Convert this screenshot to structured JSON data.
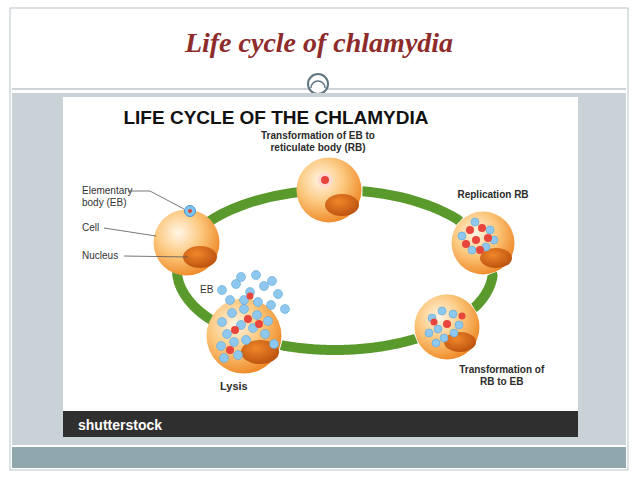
{
  "diagram": {
    "title": "Life cycle of chlamydia",
    "nodes": [
      {
        "text": [
          "Transformation of EB to reticulate body (RB)"
        ]
      },
      {
        "text": [
          "Replication RB"
        ]
      },
      {
        "text": [
          "Transformation of RB to EB"
        ]
      },
      {
        "text": [
          "Lysis"
        ]
      }
    ],
    "edges": [
      {
        "from": 0,
        "to": 1,
        "arrow": "none"
      },
      {
        "from": 1,
        "to": 2,
        "arrow": "none"
      },
      {
        "from": 2,
        "to": 3,
        "arrow": "none"
      }
    ],
    "labels": [
      "LIFE CYCLE OF THE CHLAMYDIA",
      "Elementary body (EB)",
      "Cell",
      "Nucleus",
      "EB",
      "shutterstock"
    ]
  }
}
